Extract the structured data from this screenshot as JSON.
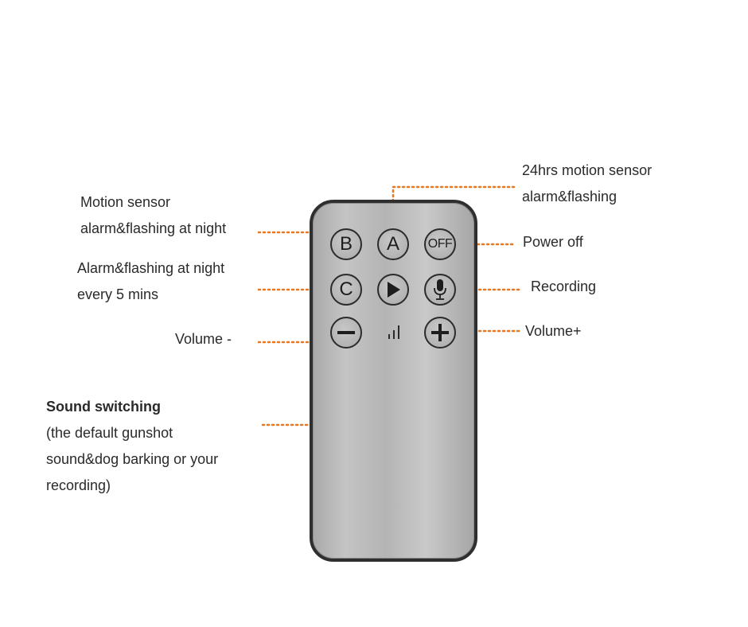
{
  "labels": {
    "motion_night": [
      "Motion sensor",
      "alarm&flashing at night"
    ],
    "motion_24h": [
      "24hrs motion sensor",
      "alarm&flashing"
    ],
    "alarm_5min": [
      "Alarm&flashing at night",
      "every 5 mins"
    ],
    "power_off": "Power off",
    "recording": "Recording",
    "volume_down": "Volume -",
    "volume_up": "Volume+",
    "sound_switching": [
      "Sound switching",
      "(the default gunshot",
      "sound&dog barking or your",
      "recording)"
    ]
  },
  "buttons": {
    "b": "B",
    "a": "A",
    "off": "OFF",
    "c": "C",
    "play": "play-icon",
    "mic": "microphone-icon",
    "minus": "minus-icon",
    "sound": "signal-bars-icon",
    "plus": "plus-icon"
  },
  "colors": {
    "leader": "#e87722",
    "remote_border": "#2f2f2f",
    "remote_body": "#b8b8b8",
    "text": "#2a2a2a"
  }
}
